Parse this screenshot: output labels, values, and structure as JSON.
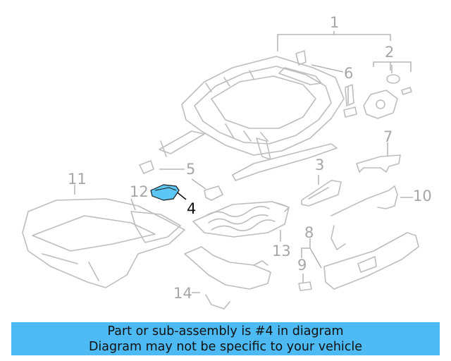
{
  "callouts": {
    "c1": "1",
    "c2": "2",
    "c3": "3",
    "c4": "4",
    "c5": "5",
    "c6": "6",
    "c7": "7",
    "c8": "8",
    "c9": "9",
    "c10": "10",
    "c11": "11",
    "c12": "12",
    "c13": "13",
    "c14": "14"
  },
  "highlight_color": "#5cc6f4",
  "banner": {
    "line1": "Part or sub-assembly is #4 in diagram",
    "line2": "Diagram may not be specific to your vehicle",
    "background": "#4dbaf3"
  }
}
